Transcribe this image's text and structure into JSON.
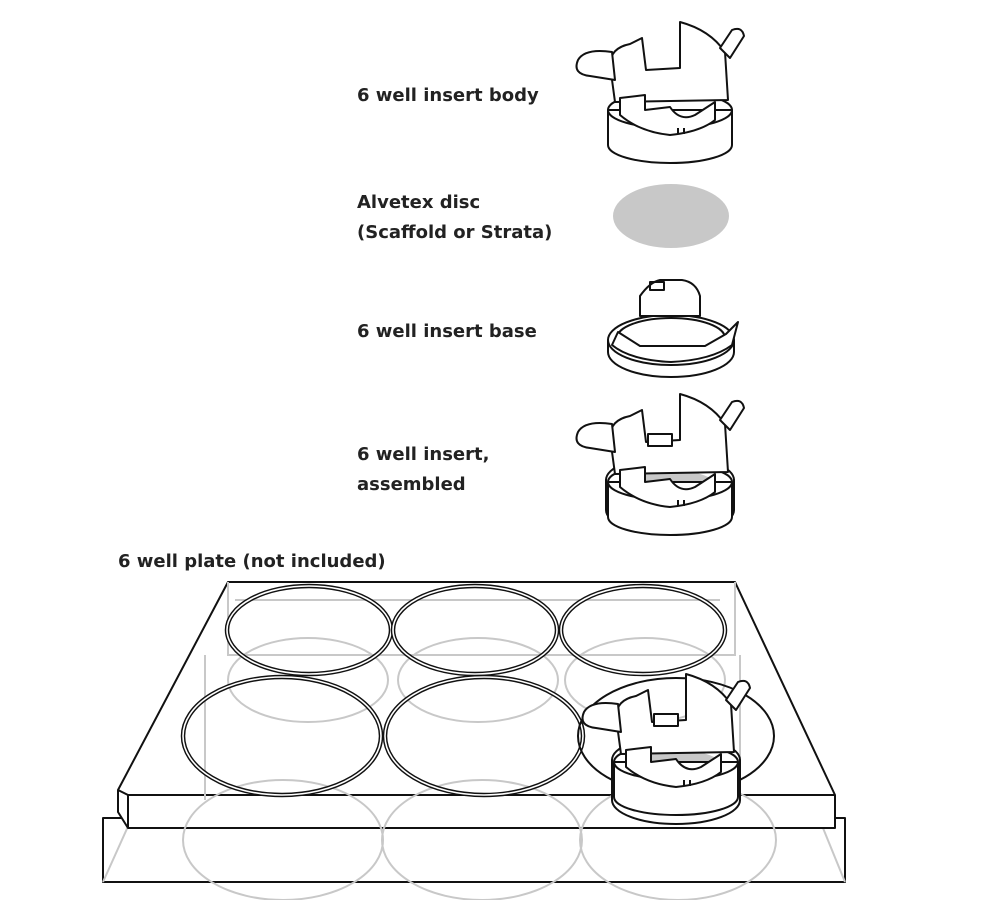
{
  "labels": {
    "insert_body": "6 well insert body",
    "disc_line1": "Alvetex disc",
    "disc_line2": "(Scaffold or Strata)",
    "insert_base": "6 well insert base",
    "assembled_line1": "6 well insert,",
    "assembled_line2": "assembled",
    "plate": "6 well plate (not included)"
  },
  "colors": {
    "outline": "#111111",
    "disc": "#c8c8c8",
    "ghost_lines": "#c8c8c8"
  }
}
